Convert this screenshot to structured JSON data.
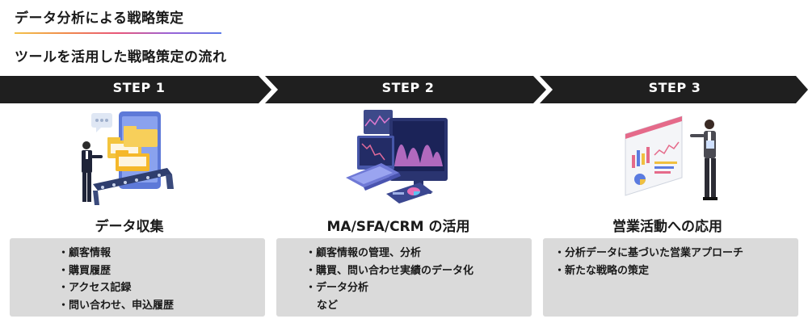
{
  "header": {
    "title": "データ分析による戦略策定",
    "subtitle": "ツールを活用した戦略策定の流れ"
  },
  "steps": [
    {
      "label": "STEP 1",
      "title": "データ収集",
      "items": [
        "・顧客情報",
        "・購買履歴",
        "・アクセス記録",
        "・問い合わせ、申込履歴"
      ]
    },
    {
      "label": "STEP 2",
      "title": "MA/SFA/CRM の活用",
      "items": [
        "・顧客情報の管理、分析",
        "・購買、問い合わせ実績のデータ化",
        "・データ分析",
        "など"
      ]
    },
    {
      "label": "STEP 3",
      "title": "営業活動への応用",
      "items": [
        "・分析データに基づいた営業アプローチ",
        "・新たな戦略の策定"
      ]
    }
  ],
  "colors": {
    "arrow": "#1f1f1f",
    "box": "#dadada",
    "accent_gradient": [
      "#f2c24a",
      "#e8567a",
      "#5c7be8"
    ]
  },
  "icons": [
    "data-collection-illustration",
    "ma-sfa-crm-illustration",
    "sales-presentation-illustration"
  ]
}
